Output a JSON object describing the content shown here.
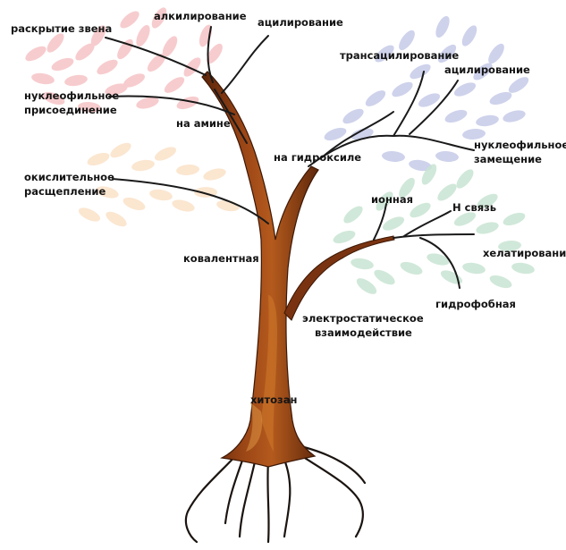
{
  "diagram": {
    "root": "хитозан",
    "branches": [
      {
        "label": "ковалентная",
        "children": [
          {
            "label": "на амине",
            "children": [
              "раскрытие звена",
              "алкилирование",
              "ацилирование",
              "нуклеофильное присоединение"
            ]
          },
          {
            "label": "на гидроксиле",
            "children": [
              "трансацилирование",
              "ацилирование",
              "нуклеофильное замещение"
            ]
          },
          "окислительное расщепление"
        ]
      },
      {
        "label": "электростатическое взаимодействие",
        "children": [
          "ионная",
          "H связь",
          "хелатирование",
          "гидрофобная"
        ]
      }
    ]
  },
  "labels": {
    "raskrytie": "раскрытие звена",
    "alkil": "алкилирование",
    "acil_amine": "ацилирование",
    "nukl_pris_1": "нуклеофильное",
    "nukl_pris_2": "присоединение",
    "na_amine": "на амине",
    "okisl_1": "окислительное",
    "okisl_2": "расщепление",
    "transacil": "трансацилирование",
    "acil_hydroxyl": "ацилирование",
    "nukl_zam_1": "нуклеофильное",
    "nukl_zam_2": "замещение",
    "na_hydroxyl": "на гидроксиле",
    "ionnaya": "ионная",
    "h_bond": "Н связь",
    "helat": "хелатирование",
    "gidrofob": "гидрофобная",
    "electro_1": "электростатическое",
    "electro_2": "взаимодействие",
    "kovalent": "ковалентная",
    "chitosan": "хитозан"
  },
  "colors": {
    "trunk": "#8a3c13",
    "trunk_dark": "#4e1f08",
    "trunk_light": "#c76a22",
    "branch": "#1a1a1a",
    "leaves_red": "#f6c4c6",
    "leaves_blue": "#c6cbe8",
    "leaves_green": "#c8e4d3",
    "leaves_orange": "#fbe2c8"
  }
}
